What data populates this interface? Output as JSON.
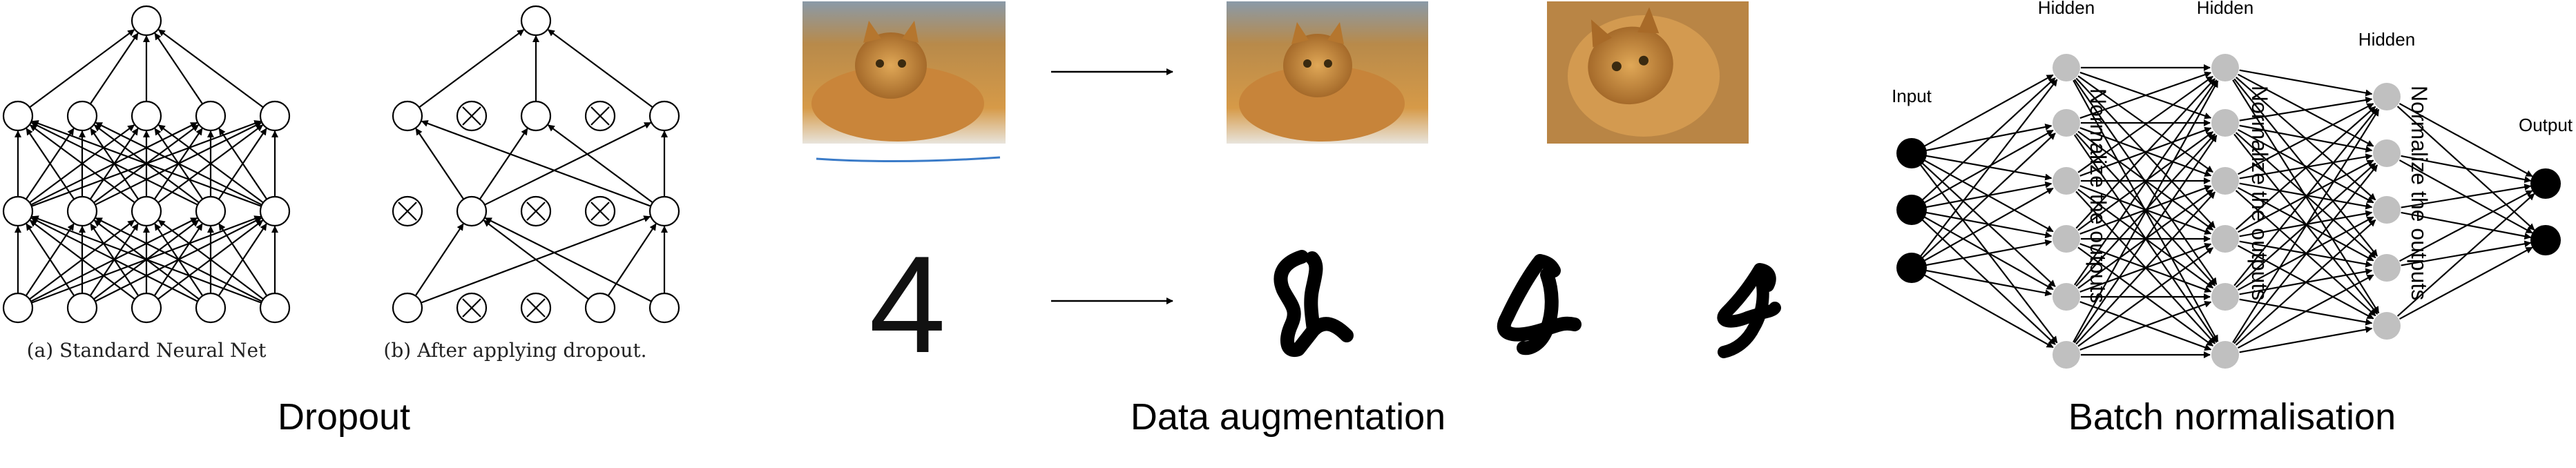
{
  "sections": {
    "dropout": {
      "title": "Dropout",
      "standard_caption": "(a) Standard Neural Net",
      "dropout_caption": "(b) After applying dropout."
    },
    "augmentation": {
      "title": "Data augmentation",
      "digit": "4"
    },
    "batchnorm": {
      "title": "Batch normalisation",
      "input_label": "Input",
      "hidden_label_1": "Hidden",
      "hidden_label_2": "Hidden",
      "hidden_label_3": "Hidden",
      "output_label": "Output",
      "normalize_label_1": "Normalize the outputs",
      "normalize_label_2": "Normalize the outputs",
      "normalize_label_3": "Normalize the outputs"
    }
  },
  "colors": {
    "node_fill": "#ffffff",
    "line": "#000000",
    "grey_node": "#c0c0c0",
    "black_node": "#000000",
    "cat_orange": "#c98a3a"
  },
  "icons": [
    "dropped-node-icon",
    "cat-photo",
    "handwritten-digit",
    "arrow-icon"
  ]
}
